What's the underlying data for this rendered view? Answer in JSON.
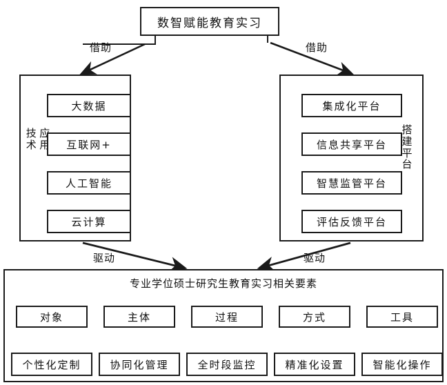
{
  "diagram": {
    "title_box": "数智赋能教育实习",
    "edge_labels": {
      "to_tech": "借助",
      "to_platform": "借助",
      "tech_drive": "驱动",
      "platform_drive": "驱动"
    },
    "left_container": {
      "vertical_label": "技术应用",
      "vertical_label_col1": "技术",
      "vertical_label_col2": "应用",
      "items": [
        {
          "label": "大数据"
        },
        {
          "label": "互联网+"
        },
        {
          "label": "人工智能"
        },
        {
          "label": "云计算"
        }
      ]
    },
    "right_container": {
      "vertical_label": "搭建平台",
      "items": [
        {
          "label": "集成化平台"
        },
        {
          "label": "信息共享平台"
        },
        {
          "label": "智慧监管平台"
        },
        {
          "label": "评估反馈平台"
        }
      ]
    },
    "bottom_panel": {
      "title": "专业学位硕士研究生教育实习相关要素",
      "columns": [
        {
          "element": "对象",
          "outcome": "个性化定制"
        },
        {
          "element": "主体",
          "outcome": "协同化管理"
        },
        {
          "element": "过程",
          "outcome": "全时段监控"
        },
        {
          "element": "方式",
          "outcome": "精准化设置"
        },
        {
          "element": "工具",
          "outcome": "智能化操作"
        }
      ]
    },
    "colors": {
      "stroke": "#1a1a1a",
      "text": "#111111",
      "background": "#ffffff"
    }
  }
}
